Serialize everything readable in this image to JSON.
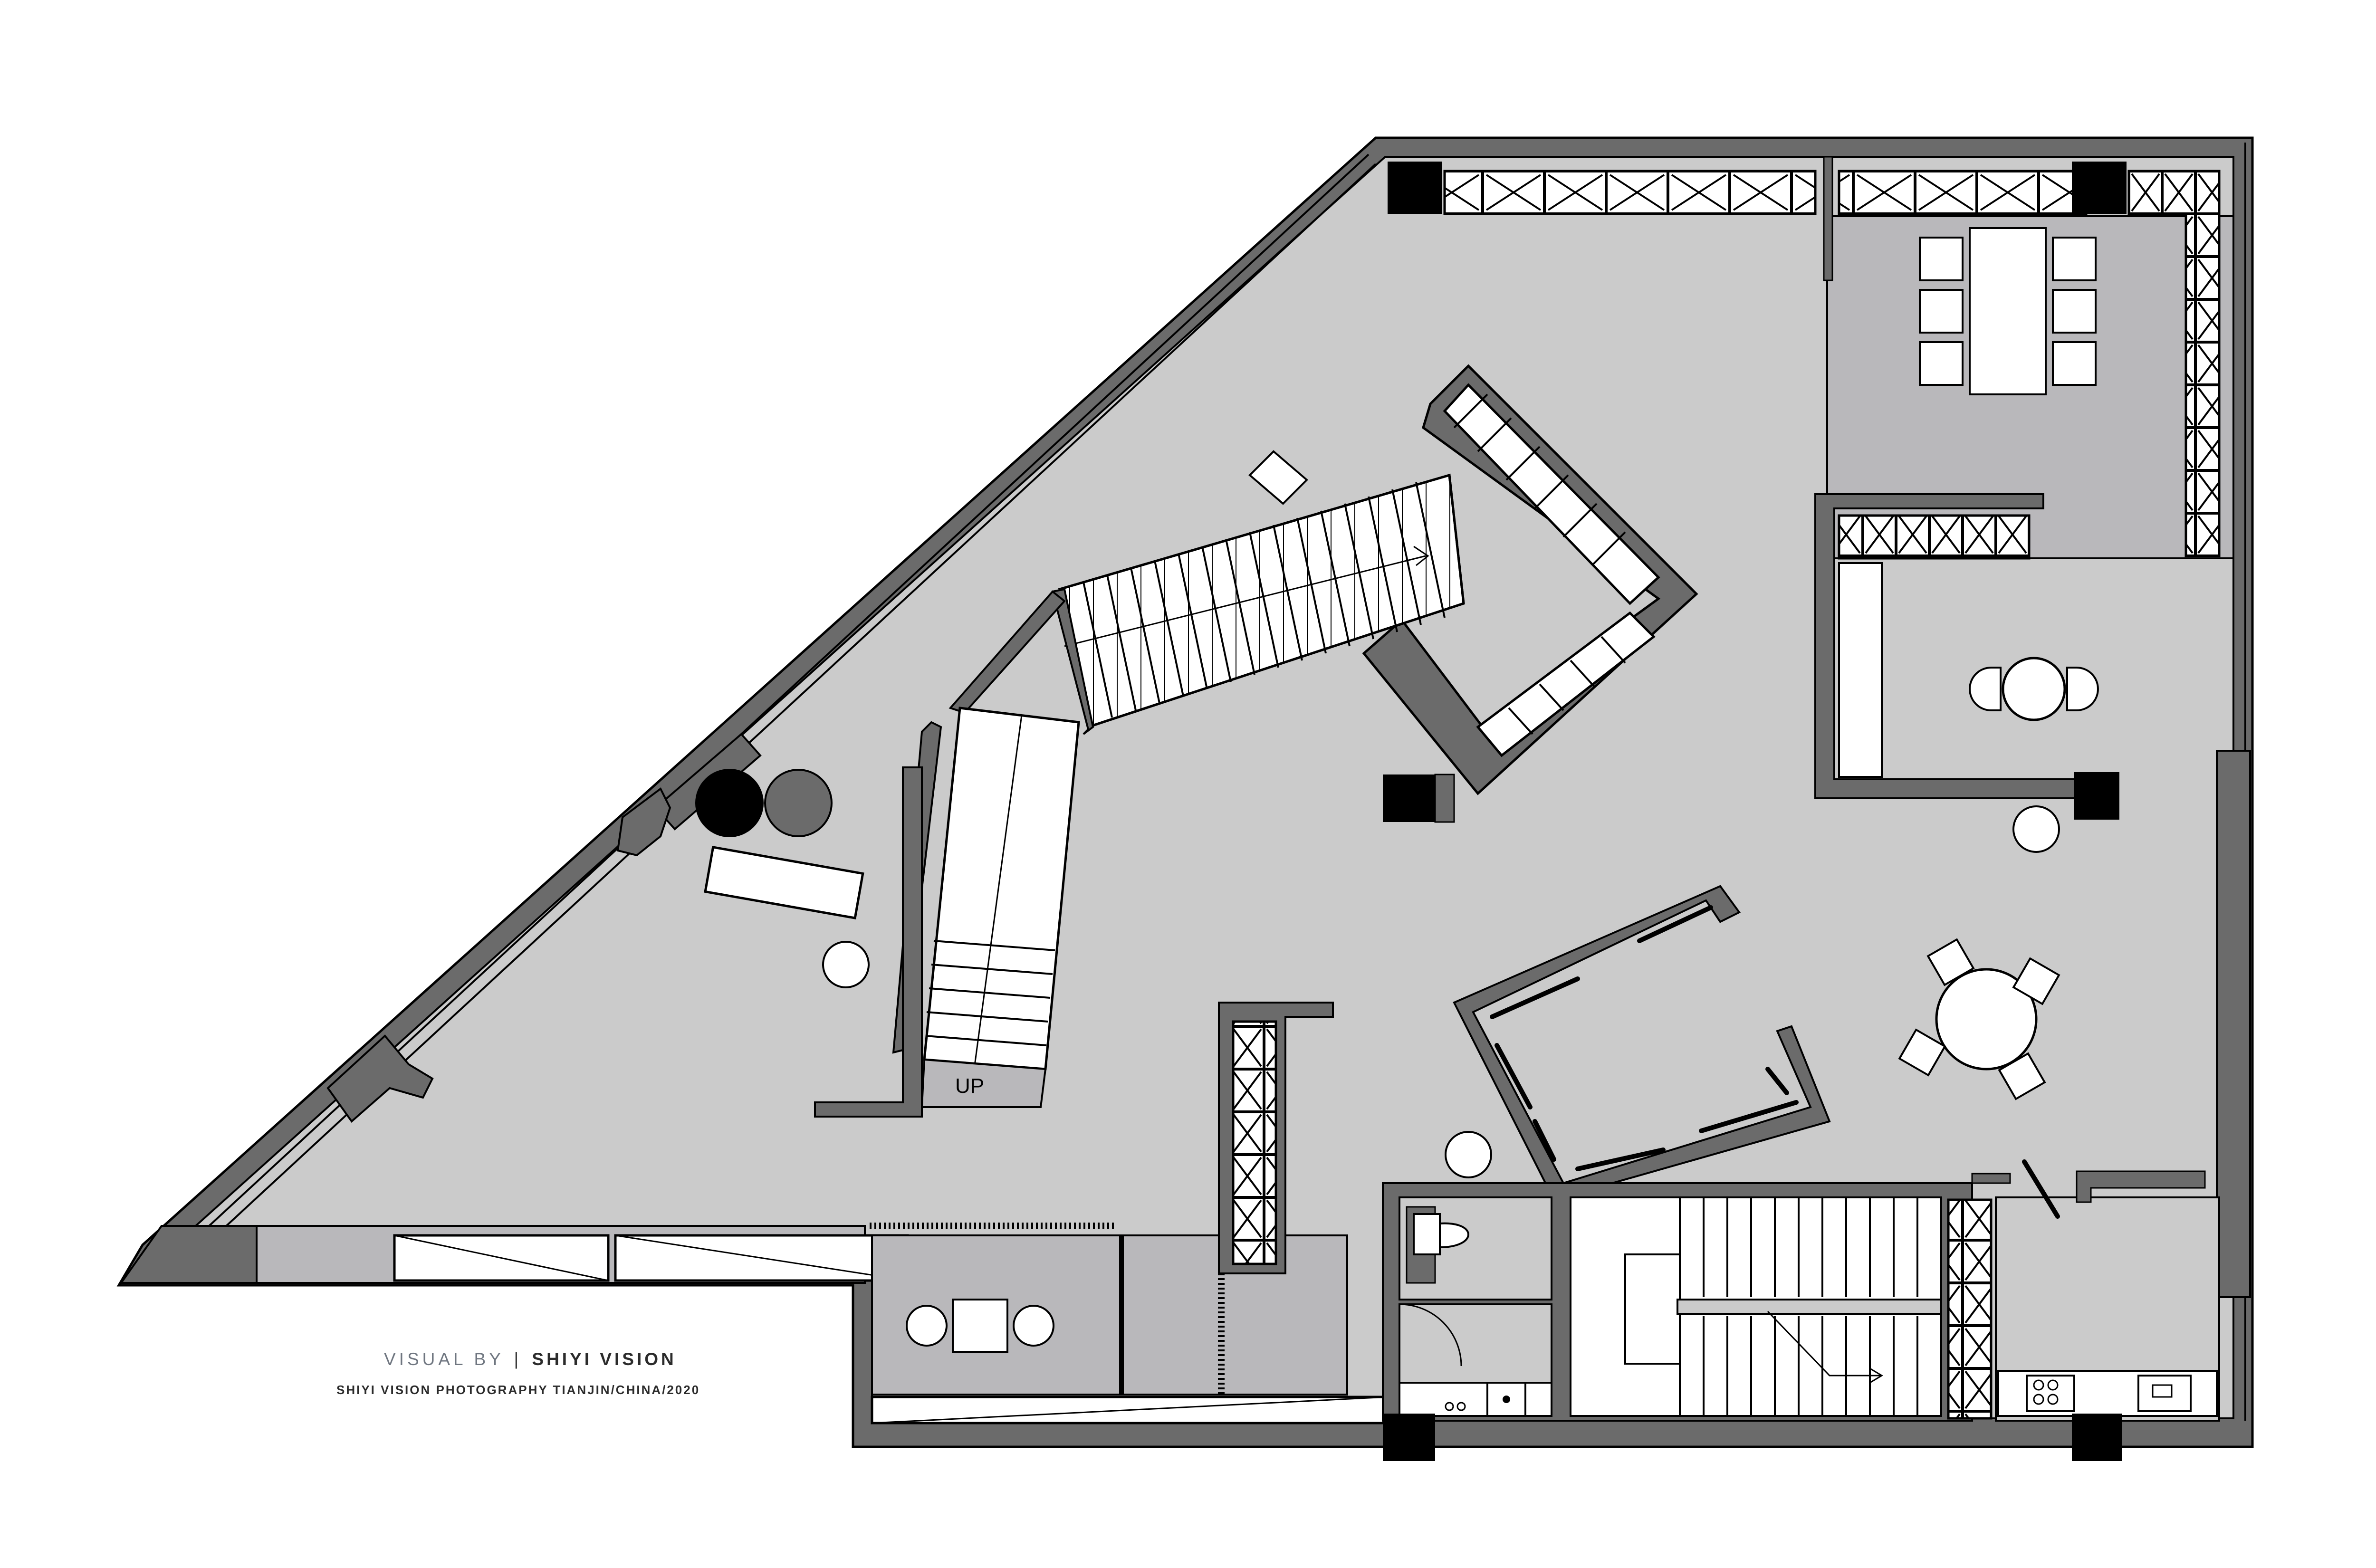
{
  "plan": {
    "stair_label": "UP"
  },
  "credits": {
    "visual_prefix": "VISUAL BY",
    "separator": "|",
    "brand": "SHIYI VISION",
    "subtitle": "SHIYI VISION PHOTOGRAPHY TIANJIN/CHINA/2020"
  },
  "colors": {
    "wall": "#6b6b6b",
    "floor": "#cbcbcb",
    "room_dark": "#b9b8bb",
    "column": "#000000",
    "outline": "#000000",
    "furniture": "#ffffff"
  }
}
